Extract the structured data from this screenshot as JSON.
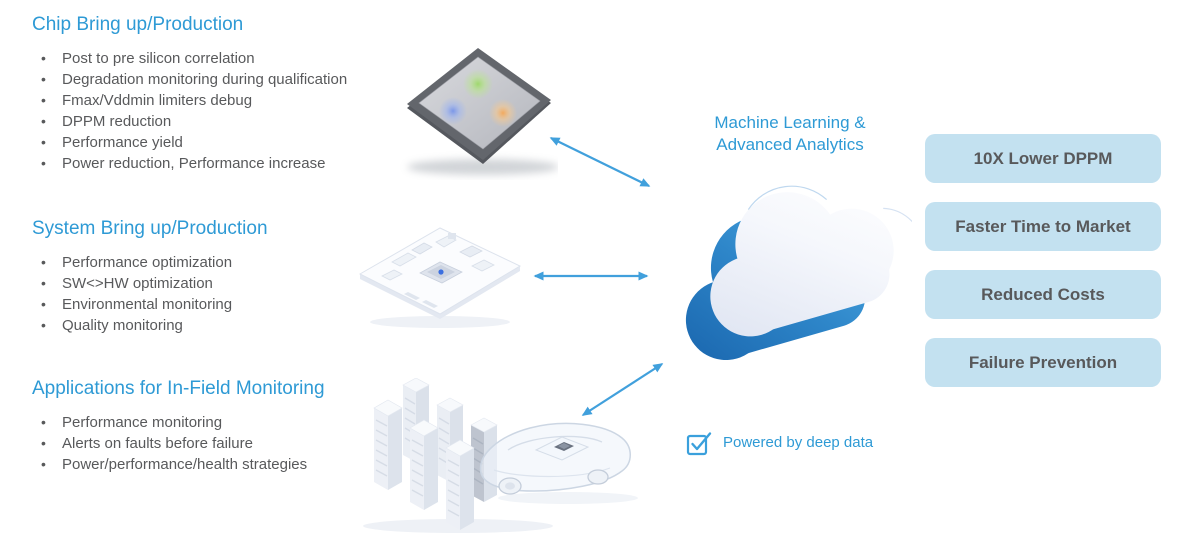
{
  "sections": [
    {
      "title": "Chip Bring up/Production",
      "bullets": [
        "Post to pre silicon correlation",
        "Degradation monitoring during qualification",
        "Fmax/Vddmin limiters debug",
        "DPPM reduction",
        "Performance yield",
        "Power reduction, Performance increase"
      ]
    },
    {
      "title": "System Bring up/Production",
      "bullets": [
        "Performance optimization",
        "SW<>HW optimization",
        "Environmental monitoring",
        "Quality monitoring"
      ]
    },
    {
      "title": "Applications for In-Field Monitoring",
      "bullets": [
        "Performance monitoring",
        "Alerts on faults before failure",
        "Power/performance/health strategies"
      ]
    }
  ],
  "cloud": {
    "line1": "Machine Learning &",
    "line2": "Advanced Analytics"
  },
  "footer": {
    "label": "Powered by deep data",
    "icon": "checkbox-checked-icon"
  },
  "benefits": [
    "10X Lower DPPM",
    "Faster Time to Market",
    "Reduced Costs",
    "Failure Prevention"
  ],
  "icons": {
    "chip": "chip-die-illustration",
    "board": "pcb-board-illustration",
    "field": "server-racks-and-car-illustration",
    "cloud": "cloud-3d-icon"
  },
  "colors": {
    "accent_blue": "#2e9ad5",
    "arrow_blue": "#41a0dc",
    "benefit_bg": "#c3e1f0",
    "text_gray": "#58595b",
    "cloud_dark": "#1a66ae",
    "cloud_light": "#4aa6e0"
  }
}
